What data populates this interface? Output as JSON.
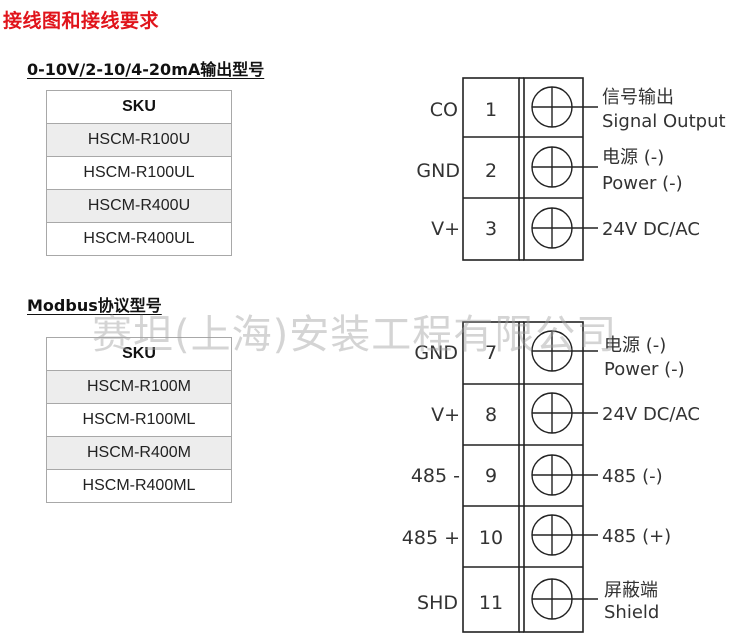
{
  "page_title": "接线图和接线要求",
  "analog": {
    "section_title": "0-10V/2-10/4-20mA输出型号",
    "header": "SKU",
    "rows": [
      "HSCM-R100U",
      "HSCM-R100UL",
      "HSCM-R400U",
      "HSCM-R400UL"
    ],
    "terminals": [
      {
        "left": "CO",
        "num": "1",
        "right": [
          "信号输出",
          "Signal Output"
        ]
      },
      {
        "left": "GND",
        "num": "2",
        "right": [
          "电源 (-)",
          "Power (-)"
        ]
      },
      {
        "left": "V+",
        "num": "3",
        "right": [
          "24V DC/AC"
        ]
      }
    ]
  },
  "modbus": {
    "section_title": "Modbus协议型号",
    "header": "SKU",
    "rows": [
      "HSCM-R100M",
      "HSCM-R100ML",
      "HSCM-R400M",
      "HSCM-R400ML"
    ],
    "terminals": [
      {
        "left": "GND",
        "num": "7",
        "right": [
          "电源 (-)",
          "Power (-)"
        ]
      },
      {
        "left": "V+",
        "num": "8",
        "right": [
          "24V DC/AC"
        ]
      },
      {
        "left": "485 -",
        "num": "9",
        "right": [
          "485 (-)"
        ]
      },
      {
        "left": "485 +",
        "num": "10",
        "right": [
          "485 (+)"
        ]
      },
      {
        "left": "SHD",
        "num": "11",
        "right": [
          "屏蔽端",
          "Shield"
        ]
      }
    ]
  },
  "watermark": "赛坦(上海)安装工程有限公司"
}
